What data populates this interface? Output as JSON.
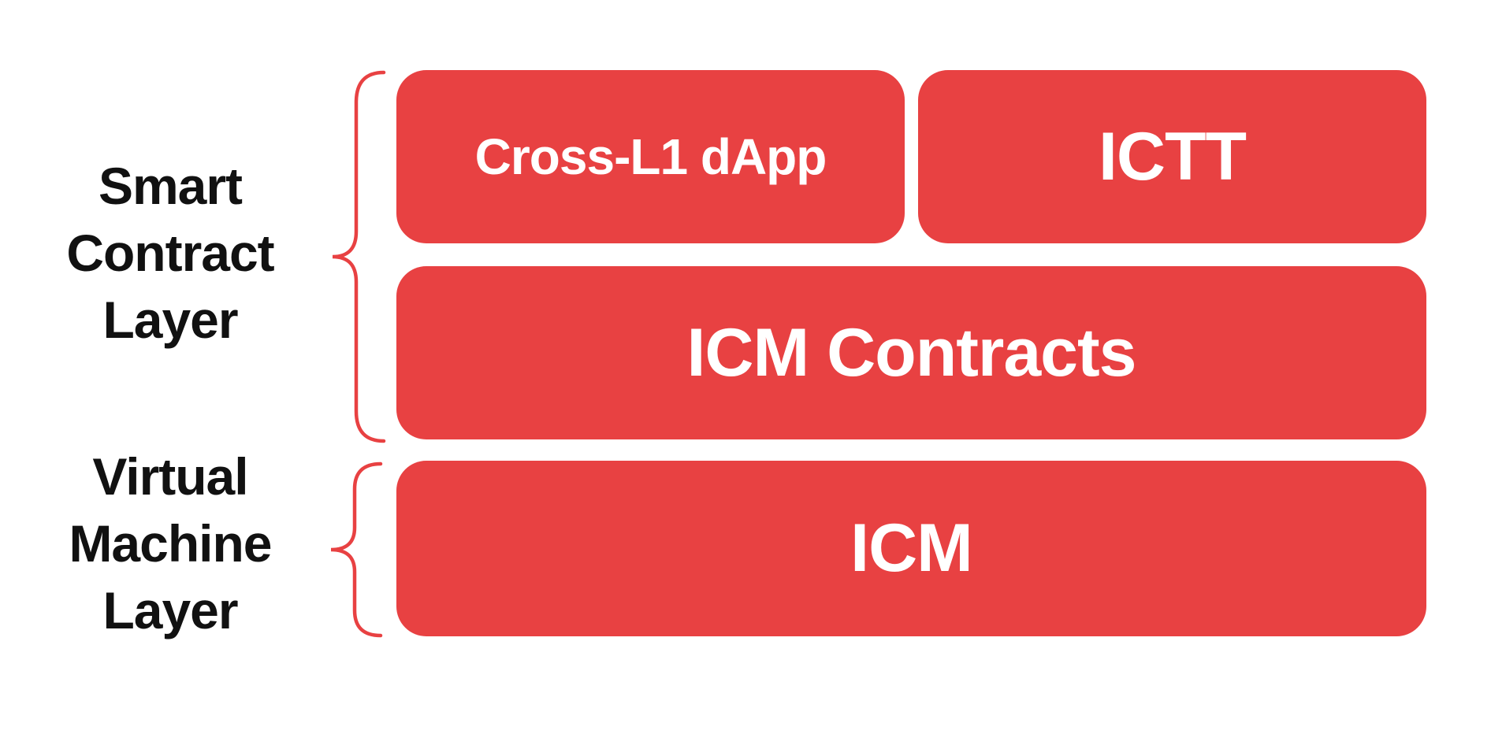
{
  "colors": {
    "red": "#E84142",
    "ink": "#111111",
    "box-text": "#FFFFFF",
    "bg": "#FFFFFF"
  },
  "layers": [
    {
      "id": "smart-contract-layer",
      "label": "Smart\nContract\nLayer",
      "boxes": [
        {
          "id": "cross-l1-dapp",
          "label": "Cross-L1 dApp"
        },
        {
          "id": "ictt",
          "label": "ICTT"
        },
        {
          "id": "icm-contracts",
          "label": "ICM Contracts"
        }
      ]
    },
    {
      "id": "virtual-machine-layer",
      "label": "Virtual\nMachine\nLayer",
      "boxes": [
        {
          "id": "icm",
          "label": "ICM"
        }
      ]
    }
  ]
}
